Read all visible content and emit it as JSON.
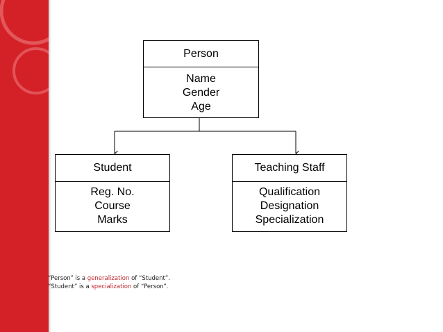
{
  "theme": {
    "accent": "#d42127",
    "highlight": "#c0272d"
  },
  "diagram": {
    "parent": {
      "title": "Person",
      "attributes": [
        "Name",
        "Gender",
        "Age"
      ]
    },
    "children": [
      {
        "title": "Student",
        "attributes": [
          "Reg. No.",
          "Course",
          "Marks"
        ]
      },
      {
        "title": "Teaching Staff",
        "attributes": [
          "Qualification",
          "Designation",
          "Specialization"
        ]
      }
    ]
  },
  "notes": {
    "line1": {
      "pre": "“Person” is a ",
      "term": "generalization",
      "post": " of  “Student”."
    },
    "line2": {
      "pre": " “Student” is a ",
      "term": "specialization",
      "post": " of “Person”."
    }
  }
}
